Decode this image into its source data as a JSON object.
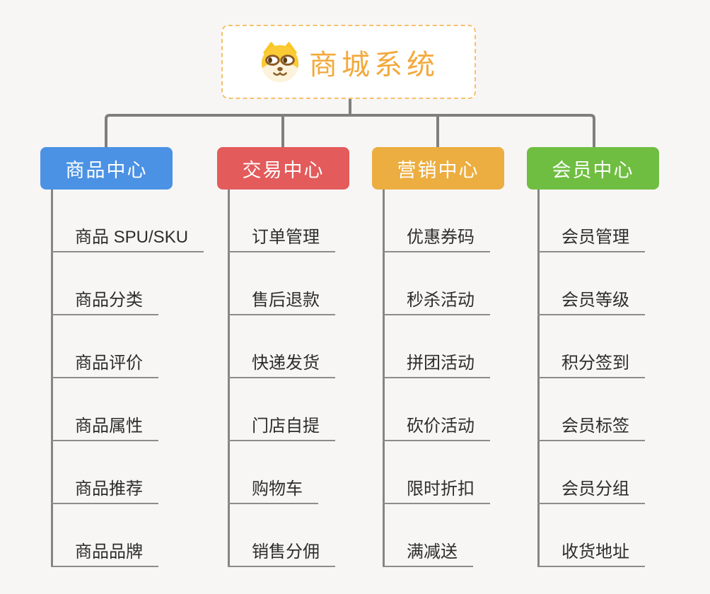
{
  "root": {
    "title": "商城系统",
    "icon": "dog-face-icon"
  },
  "branches": [
    {
      "label": "商品中心",
      "color": "#4b92e4",
      "children": [
        "商品 SPU/SKU",
        "商品分类",
        "商品评价",
        "商品属性",
        "商品推荐",
        "商品品牌"
      ]
    },
    {
      "label": "交易中心",
      "color": "#e35b5b",
      "children": [
        "订单管理",
        "售后退款",
        "快递发货",
        "门店自提",
        "购物车",
        "销售分佣"
      ]
    },
    {
      "label": "营销中心",
      "color": "#ecae40",
      "children": [
        "优惠券码",
        "秒杀活动",
        "拼团活动",
        "砍价活动",
        "限时折扣",
        "满减送"
      ]
    },
    {
      "label": "会员中心",
      "color": "#6fbe41",
      "children": [
        "会员管理",
        "会员等级",
        "积分签到",
        "会员标签",
        "会员分组",
        "收货地址"
      ]
    }
  ],
  "colors": {
    "background": "#f7f6f5",
    "connector": "#7f7f7f",
    "underline": "#8c8c8c",
    "child_text": "#2d2d2d",
    "node_text": "#ffffff",
    "root_text": "#f2a93c",
    "root_border": "#f6c16d"
  }
}
